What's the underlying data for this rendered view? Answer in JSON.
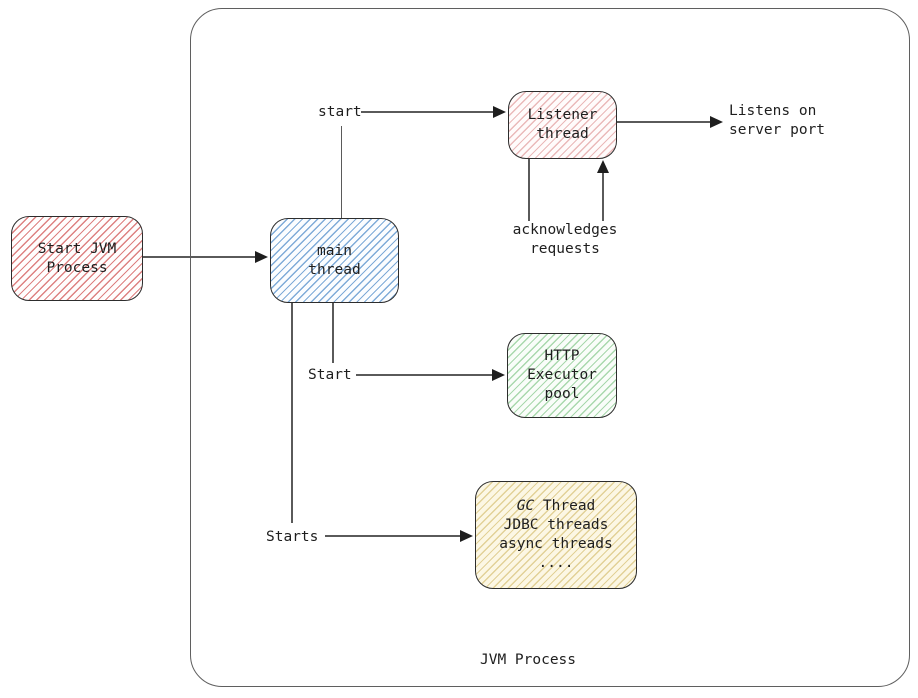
{
  "diagram": {
    "title": "JVM Process",
    "outer_container": {
      "label": "JVM Process"
    },
    "nodes": {
      "start_jvm": {
        "label": "Start JVM\nProcess",
        "hatch_color": "#dd8181",
        "bg_color": "#fffdfd"
      },
      "main_thread": {
        "label": "main\nthread",
        "hatch_color": "#7fabd8",
        "bg_color": "#fbfdff"
      },
      "listener_thread": {
        "label": "Listener\nthread",
        "hatch_color": "#eab9b9",
        "bg_color": "#fffbfb"
      },
      "http_executor_pool": {
        "label": "HTTP\nExecutor\npool",
        "hatch_color": "#a9d8ad",
        "bg_color": "#f9fdf9"
      },
      "gc_threads": {
        "word_italic": "GC",
        "line1_rest": " Thread",
        "line2": "JDBC threads",
        "line3": "async threads",
        "line4": "....",
        "hatch_color": "#e2d197",
        "bg_color": "#fcf7e4"
      }
    },
    "edges": {
      "start_to_listener_label": "start",
      "start_to_http_label": "Start",
      "starts_to_gc_label": "Starts",
      "listens_label": "Listens on\nserver port",
      "acknowledges_label": "acknowledges\nrequests"
    },
    "colors": {
      "node_border": "#2d2d2d",
      "outer_border": "#5f5f5f",
      "line": "#5a5a5a",
      "arrowhead": "#1e1e1e",
      "text": "#1e1e1e"
    }
  }
}
